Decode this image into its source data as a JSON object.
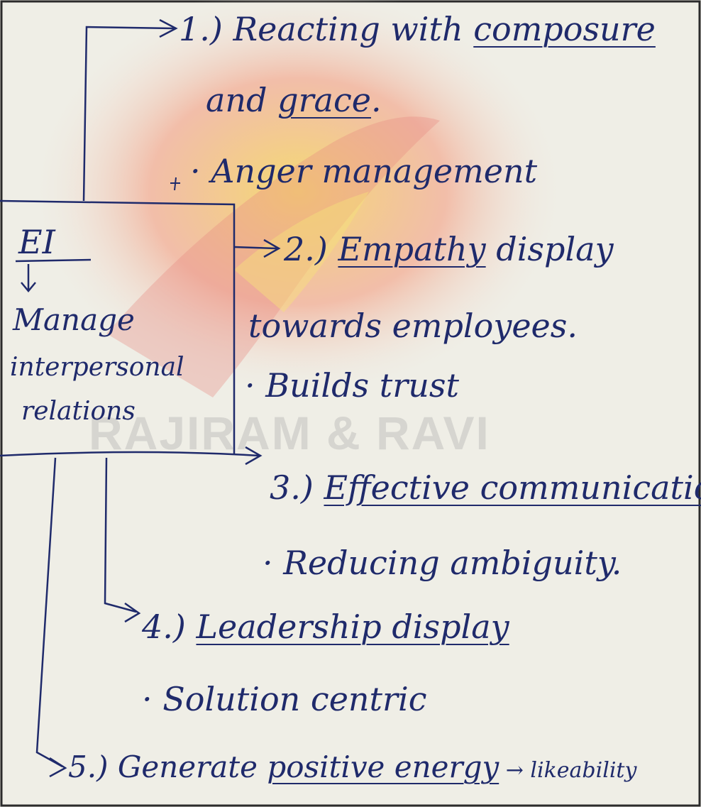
{
  "watermark": {
    "text": "RAJIRAM & RAVI"
  },
  "center": {
    "title": "EI",
    "label_lines": [
      "Manage",
      "interpersonal",
      "relations"
    ]
  },
  "items": [
    {
      "number": "1.)",
      "line1": "Reacting with ",
      "line1_ul": "composure",
      "line2_pre": "and ",
      "line2_ul": "grace",
      "line2_post": ".",
      "bullet": "Anger management"
    },
    {
      "number": "2.)",
      "line1_ul": "Empathy",
      "line1_post": " display",
      "line2": "towards employees.",
      "bullet": "Builds trust"
    },
    {
      "number": "3.)",
      "line1_ul": "Effective communication",
      "bullet": "Reducing ambiguity."
    },
    {
      "number": "4.)",
      "line1_ul": "Leadership display",
      "bullet": "Solution centric"
    },
    {
      "number": "5.)",
      "line1_pre": "Generate ",
      "line1_ul": "positive energy",
      "line1_post": " → likeability"
    }
  ],
  "colors": {
    "ink": "#1f2a6b",
    "paper": "#efeee6",
    "border": "#2b2b2b"
  }
}
